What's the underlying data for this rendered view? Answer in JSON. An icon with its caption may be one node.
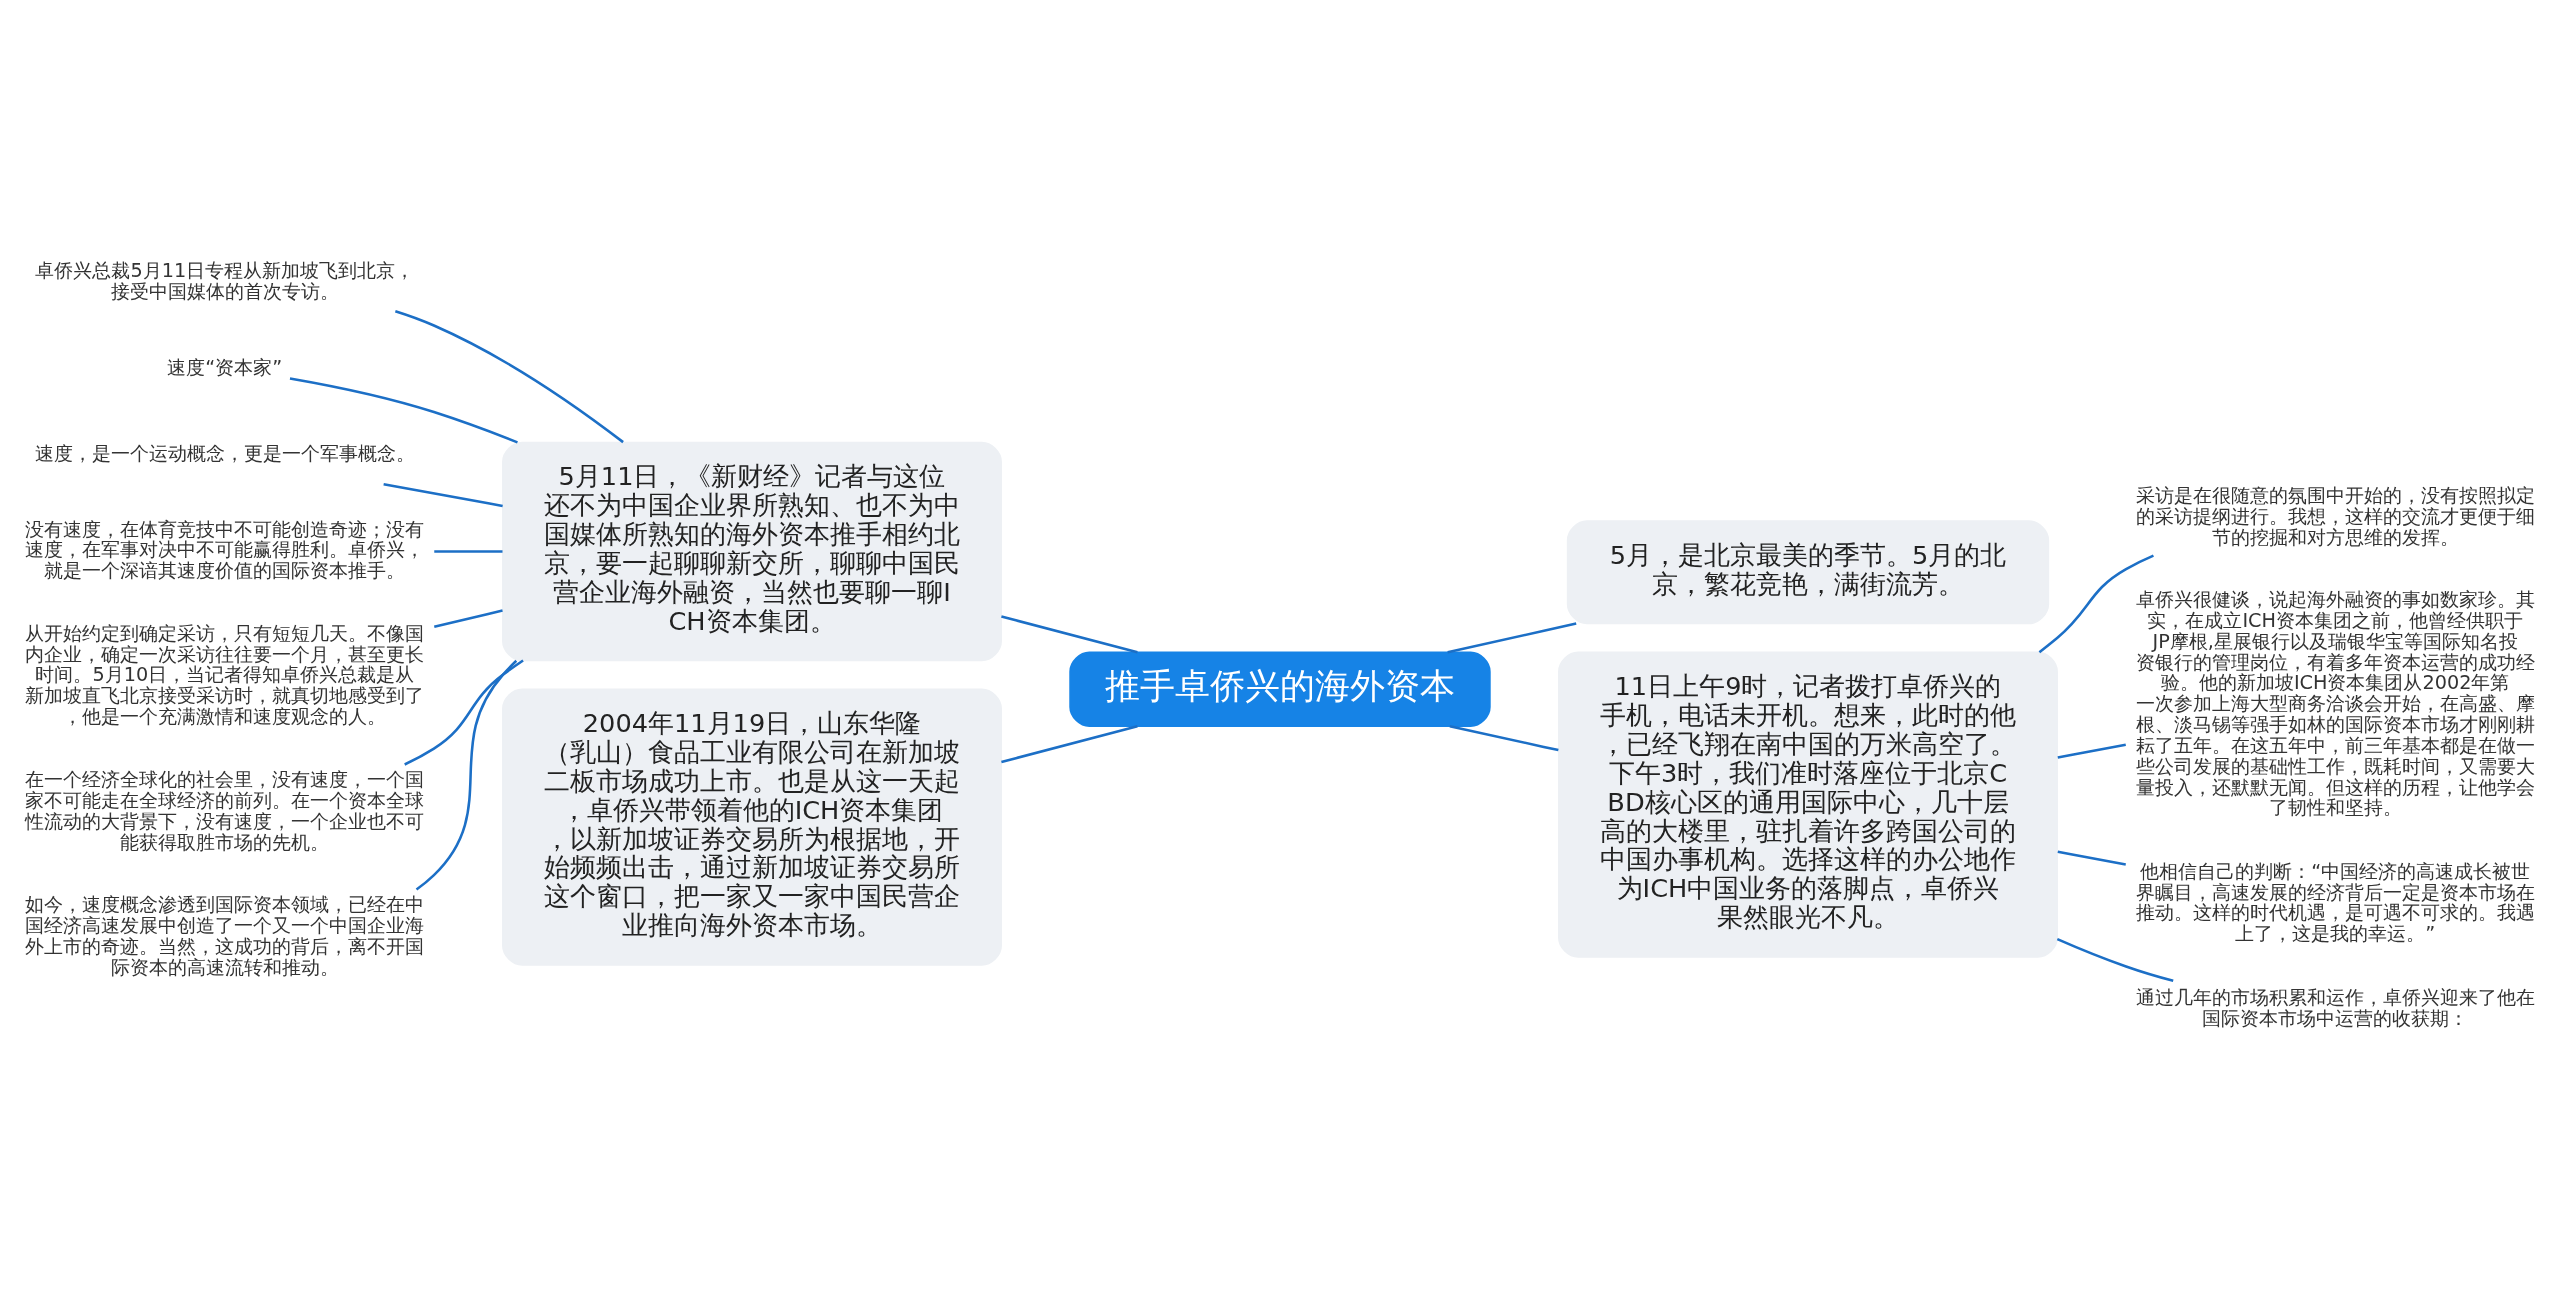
{
  "diagram": {
    "nodes": [
      {
        "text": [
          "推手卓侨兴的海外资本"
        ]
      },
      {
        "text": [
          "5月11日，《新财经》记者与这位还不为中国企业界所熟知、也不为中国媒体所熟知的海外资本推手相约北京，要一起聊聊新交所，聊聊中国民营企业海外融资，当然也要聊一聊ICH资本集团。"
        ]
      },
      {
        "text": [
          "卓侨兴总裁5月11日专程从新加坡飞到北京，接受中国媒体的首次专访。"
        ]
      },
      {
        "text": [
          "速度“资本家”"
        ]
      },
      {
        "text": [
          "速度，是一个运动概念，更是一个军事概念。"
        ]
      },
      {
        "text": [
          "没有速度，在体育竞技中不可能创造奇迹；没有速度，在军事对决中不可能赢得胜利。卓侨兴，就是一个深谙其速度价值的国际资本推手。"
        ]
      },
      {
        "text": [
          "从开始约定到确定采访，只有短短几天。不像国内企业，确定一次采访往往要一个月，甚至更长时间。5月10日，当记者得知卓侨兴总裁是从新加坡直飞北京接受采访时，就真切地感受到了，他是一个充满激情和速度观念的人。"
        ]
      },
      {
        "text": [
          "在一个经济全球化的社会里，没有速度，一个国家不可能走在全球经济的前列。在一个资本全球性流动的大背景下，没有速度，一个企业也不可能获得取胜市场的先机。"
        ]
      },
      {
        "text": [
          "如今，速度概念渗透到国际资本领域，已经在中国经济高速发展中创造了一个又一个中国企业海外上市的奇迹。当然，这成功的背后，离不开国际资本的高速流转和推动。"
        ]
      },
      {
        "text": [
          "5月，是北京最美的季节。5月的北京，繁花竞艳，满街流芳。"
        ]
      },
      {
        "text": [
          "11日上午9时，记者拨打卓侨兴的手机，电话未开机。想来，此时的他，已经飞翔在南中国的万米高空了。下午3时，我们准时落座位于北京CBD核心区的通用国际中心，几十层高的大楼里，驻扎着许多跨国公司的中国办事机构。选择这样的办公地作为ICH中国业务的落脚点，卓侨兴果然眼光不凡。"
        ]
      },
      {
        "text": [
          "采访是在很随意的氛围中开始的，没有按照拟定的采访提纲进行。我想，这样的交流才更便于细节的挖掘和对方思维的发挥。"
        ]
      },
      {
        "text": [
          "卓侨兴很健谈，说起海外融资的事如数家珍。其实，在成立ICH资本集团之前，他曾经供职于JP摩根,星展银行以及瑞银华宝等国际知名投资银行的管理岗位，有着多年资本运营的成功经验。他的新加坡ICH资本集团从2002年第一次参加上海大型商务洽谈会开始，在高盛、摩根、淡马锡等强手如林的国际资本市场才刚刚耕耘了五年。在这五年中，前三年基本都是在做一些公司发展的基础性工作，既耗时间，又需要大量投入，还默默无闻。但这样的历程，让他学会了韧性和坚持。"
        ]
      },
      {
        "text": [
          "他相信自己的判断：“中国经济的高速成长被世界瞩目，高速发展的经济背后一定是资本市场在推动。这样的时代机遇，是可遇不可求的。我遇上了，这是我的幸运。”"
        ]
      },
      {
        "text": [
          "通过几年的市场积累和运作，卓侨兴迎来了他在国际资本市场中运营的收获期："
        ]
      },
      {
        "text": [
          "2004年11月19日，山东华隆（乳山）食品工业有限公司在新加坡二板市场成功上市。也是从这一天起，卓侨兴带领着他的ICH资本集团，以新加坡证券交易所为根据地，开始频频出击，通过新加坡证券交易所这个窗口，把一家又一家中国民营企业推向海外资本市场。"
        ]
      }
    ],
    "edges": [
      {
        "from": 0,
        "to": 1,
        "arrow": "none"
      },
      {
        "from": 1,
        "to": 2,
        "arrow": "none"
      },
      {
        "from": 1,
        "to": 3,
        "arrow": "none"
      },
      {
        "from": 1,
        "to": 4,
        "arrow": "none"
      },
      {
        "from": 1,
        "to": 5,
        "arrow": "none"
      },
      {
        "from": 1,
        "to": 6,
        "arrow": "none"
      },
      {
        "from": 1,
        "to": 7,
        "arrow": "none"
      },
      {
        "from": 1,
        "to": 8,
        "arrow": "none"
      },
      {
        "from": 0,
        "to": 9,
        "arrow": "none"
      },
      {
        "from": 0,
        "to": 10,
        "arrow": "none"
      },
      {
        "from": 10,
        "to": 11,
        "arrow": "none"
      },
      {
        "from": 10,
        "to": 12,
        "arrow": "none"
      },
      {
        "from": 10,
        "to": 13,
        "arrow": "none"
      },
      {
        "from": 10,
        "to": 14,
        "arrow": "none"
      },
      {
        "from": 0,
        "to": 15,
        "arrow": "none"
      }
    ]
  }
}
